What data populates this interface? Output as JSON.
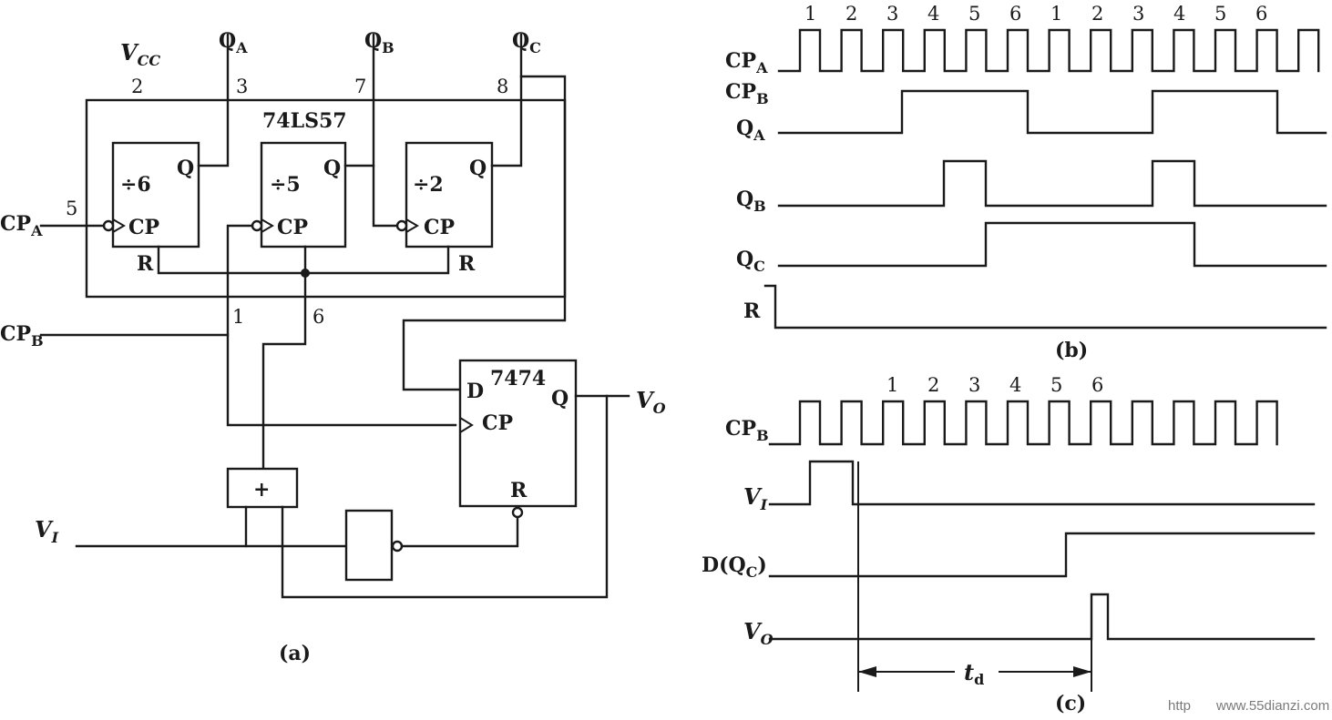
{
  "figure_a": {
    "caption": "(a)",
    "chip": "74LS57",
    "vcc": "V",
    "vcc_sub": "CC",
    "pins": {
      "vcc": "2",
      "qa": "3",
      "qb": "7",
      "qc": "8",
      "cpa": "5",
      "cpb": "1",
      "reset": "6"
    },
    "outputs": {
      "qa": "Q",
      "qa_sub": "A",
      "qb": "Q",
      "qb_sub": "B",
      "qc": "Q",
      "qc_sub": "C"
    },
    "dividers": [
      {
        "label": "÷6",
        "q": "Q",
        "cp": "CP",
        "r": "R"
      },
      {
        "label": "÷5",
        "q": "Q",
        "cp": "CP"
      },
      {
        "label": "÷2",
        "q": "Q",
        "cp": "CP",
        "r": "R"
      }
    ],
    "inputs": {
      "cpa": "CP",
      "cpa_sub": "A",
      "cpb": "CP",
      "cpb_sub": "B",
      "vi": "V",
      "vi_sub": "I"
    },
    "flipflop": {
      "name": "7474",
      "d": "D",
      "q": "Q",
      "cp": "CP",
      "r": "R"
    },
    "or_gate": "+",
    "output": {
      "vo": "V",
      "vo_sub": "O"
    }
  },
  "figure_b": {
    "caption": "(b)",
    "pulse_numbers": [
      "1",
      "2",
      "3",
      "4",
      "5",
      "6",
      "1",
      "2",
      "3",
      "4",
      "5",
      "6"
    ],
    "signals": [
      {
        "label": "CP",
        "sub": "A"
      },
      {
        "label": "CP",
        "sub": "B"
      },
      {
        "label": "Q",
        "sub": "A"
      },
      {
        "label": "Q",
        "sub": "B"
      },
      {
        "label": "Q",
        "sub": "C"
      },
      {
        "label": "R",
        "sub": ""
      }
    ]
  },
  "figure_c": {
    "caption": "(c)",
    "pulse_numbers": [
      "1",
      "2",
      "3",
      "4",
      "5",
      "6"
    ],
    "signals": [
      {
        "label": "CP",
        "sub": "B"
      },
      {
        "label": "V",
        "sub": "I"
      },
      {
        "label": "D(Q",
        "sub": "C",
        "suffix": ")"
      },
      {
        "label": "V",
        "sub": "O"
      }
    ],
    "delay": "t",
    "delay_sub": "d"
  },
  "watermark": {
    "prefix": "http",
    "site": "www.55dianzi.com"
  }
}
